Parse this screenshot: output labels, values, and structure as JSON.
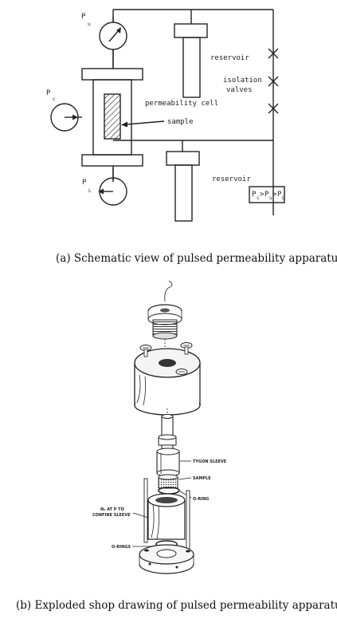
{
  "schematic": {
    "gauges": {
      "upstream": {
        "letter": "P",
        "sub": "u"
      },
      "confining": {
        "letter": "P",
        "sub": "c"
      },
      "lower": {
        "letter": "P",
        "sub": "L"
      }
    },
    "labels": {
      "reservoir_top": "reservoir",
      "isolation_line1": "isolation",
      "isolation_line2": "valves",
      "cell": "permeability cell",
      "sample": "sample",
      "reservoir_bottom": "reservoir"
    },
    "condition": {
      "p1": "P",
      "s1": "c",
      "p2": "P",
      "s2": "u",
      "p3": "P",
      "s3": "L",
      "op": ">"
    },
    "caption": "(a)  Schematic view of pulsed permeability apparatus"
  },
  "exploded": {
    "labels": {
      "tygon": "TYGON SLEEVE",
      "sample": "SAMPLE",
      "oring": "O-RING",
      "n2_line1": "N₂ AT P TO",
      "n2_line2": "CONFINE SLEEVE",
      "orings": "O-RINGS"
    },
    "caption": "(b)  Exploded shop drawing of pulsed permeability apparatus"
  }
}
